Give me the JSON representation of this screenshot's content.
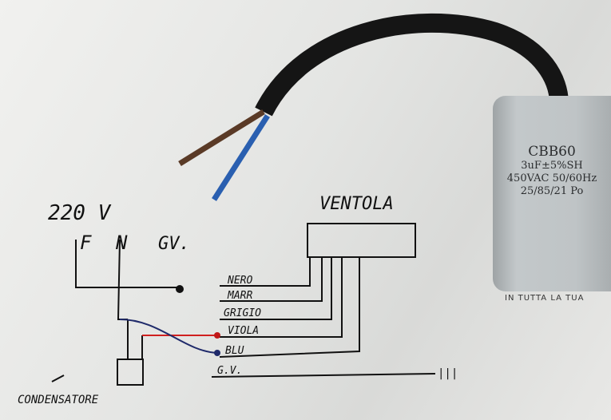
{
  "diagram": {
    "supply": "220 V",
    "terminals": [
      "F",
      "N",
      "GV."
    ],
    "fan_label": "VENTOLA",
    "wires": [
      "NERO",
      "MARR",
      "GRIGIO",
      "VIOLA",
      "BLU",
      "G.V."
    ],
    "capacitor_label": "CONDENSATORE"
  },
  "capacitor": {
    "model": "CBB60",
    "capacitance": "3uF±5%SH",
    "rating": "450VAC 50/60Hz",
    "class": "25/85/21 Po"
  },
  "background_text": "IN TUTTA LA TUA",
  "colors": {
    "red_wire": "#d0201f",
    "blue_wire": "#1f2a6a",
    "cable": "#151515",
    "blue_core": "#2a5fb0",
    "brown_core": "#5a3a26"
  }
}
